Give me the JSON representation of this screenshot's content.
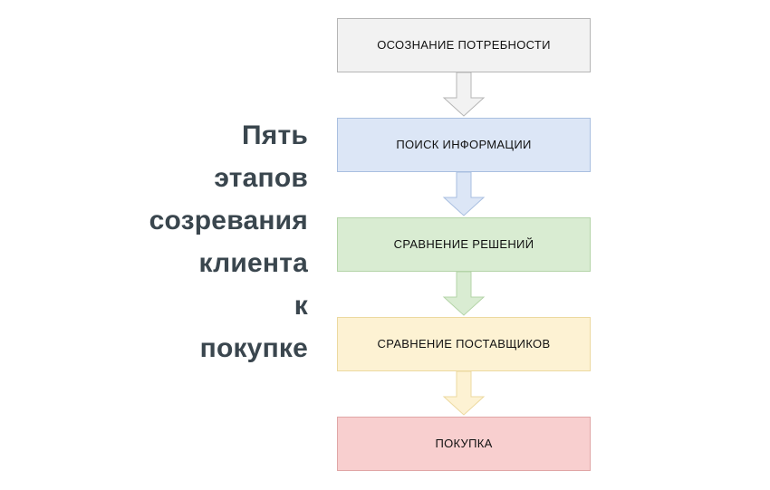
{
  "title": {
    "text": "Пять\nэтапов\nсозревания\nклиента\nк\nпокупке",
    "color": "#3a464e"
  },
  "diagram": {
    "type": "vertical-flow",
    "orientation": "top-to-bottom",
    "stage_count": 5,
    "stages": [
      {
        "index": 1,
        "label": "ОСОЗНАНИЕ ПОТРЕБНОСТИ",
        "fill": "#f2f2f2",
        "border": "#b5b5b5",
        "text_color": "#111111"
      },
      {
        "index": 2,
        "label": "ПОИСК ИНФОРМАЦИИ",
        "fill": "#dce6f6",
        "border": "#a9bfe0",
        "text_color": "#111111"
      },
      {
        "index": 3,
        "label": "СРАВНЕНИЕ РЕШЕНИЙ",
        "fill": "#d9ecd2",
        "border": "#b4d4a8",
        "text_color": "#111111"
      },
      {
        "index": 4,
        "label": "СРАВНЕНИЕ ПОСТАВЩИКОВ",
        "fill": "#fdf2d3",
        "border": "#ecd9a0",
        "text_color": "#111111"
      },
      {
        "index": 5,
        "label": "ПОКУПКА",
        "fill": "#f8cfcf",
        "border": "#e0a6a6",
        "text_color": "#111111"
      }
    ],
    "connectors": [
      {
        "index": 1,
        "from": "ОСОЗНАНИЕ ПОТРЕБНОСТИ",
        "to": "ПОИСК ИНФОРМАЦИИ",
        "fill": "#f2f2f2",
        "stroke": "#b5b5b5"
      },
      {
        "index": 2,
        "from": "ПОИСК ИНФОРМАЦИИ",
        "to": "СРАВНЕНИЕ РЕШЕНИЙ",
        "fill": "#dce6f6",
        "stroke": "#a9bfe0"
      },
      {
        "index": 3,
        "from": "СРАВНЕНИЕ РЕШЕНИЙ",
        "to": "СРАВНЕНИЕ ПОСТАВЩИКОВ",
        "fill": "#d9ecd2",
        "stroke": "#b4d4a8"
      },
      {
        "index": 4,
        "from": "СРАВНЕНИЕ ПОСТАВЩИКОВ",
        "to": "ПОКУПКА",
        "fill": "#fdf2d3",
        "stroke": "#ecd9a0"
      }
    ]
  }
}
